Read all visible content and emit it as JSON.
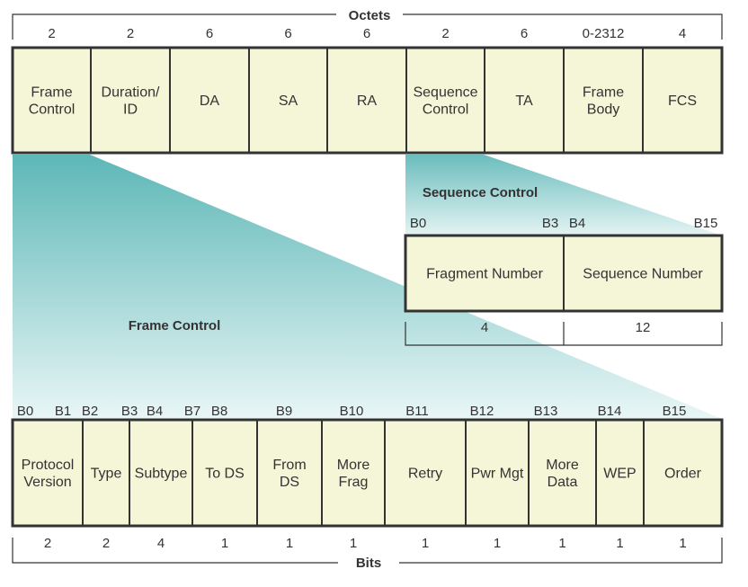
{
  "octets": {
    "title": "Octets",
    "sizes": [
      "2",
      "2",
      "6",
      "6",
      "6",
      "2",
      "6",
      "0-2312",
      "4"
    ],
    "fields": [
      [
        "Frame",
        "Control"
      ],
      [
        "Duration/",
        "ID"
      ],
      [
        "DA"
      ],
      [
        "SA"
      ],
      [
        "RA"
      ],
      [
        "Sequence",
        "Control"
      ],
      [
        "TA"
      ],
      [
        "Frame",
        "Body"
      ],
      [
        "FCS"
      ]
    ]
  },
  "sequence_control": {
    "title": "Sequence Control",
    "bit_labels": [
      "B0",
      "B3",
      "B4",
      "B15"
    ],
    "fields": [
      "Fragment Number",
      "Sequence Number"
    ],
    "sizes": [
      "4",
      "12"
    ]
  },
  "frame_control": {
    "title": "Frame Control",
    "bit_labels": [
      "B0",
      "B1",
      "B2",
      "B3",
      "B4",
      "B7",
      "B8",
      "B9",
      "B10",
      "B11",
      "B12",
      "B13",
      "B14",
      "B15"
    ],
    "fields": [
      [
        "Protocol",
        "Version"
      ],
      [
        "Type"
      ],
      [
        "Subtype"
      ],
      [
        "To DS"
      ],
      [
        "From",
        "DS"
      ],
      [
        "More",
        "Frag"
      ],
      [
        "Retry"
      ],
      [
        "Pwr Mgt"
      ],
      [
        "More",
        "Data"
      ],
      [
        "WEP"
      ],
      [
        "Order"
      ]
    ],
    "sizes": [
      "2",
      "2",
      "4",
      "1",
      "1",
      "1",
      "1",
      "1",
      "1",
      "1",
      "1"
    ],
    "footer": "Bits"
  },
  "colors": {
    "field_fill": "#f5f5d8",
    "border": "#333333",
    "teal_dark": "#5fb8b8",
    "teal_light": "#e8f5f5",
    "text": "#333333"
  }
}
